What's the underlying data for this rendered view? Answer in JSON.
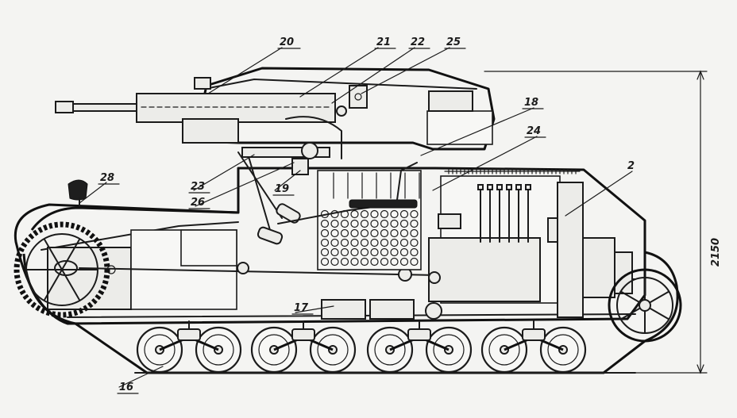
{
  "callouts": [
    {
      "id": "20",
      "label": "20"
    },
    {
      "id": "21",
      "label": "21"
    },
    {
      "id": "22",
      "label": "22"
    },
    {
      "id": "25",
      "label": "25"
    },
    {
      "id": "18",
      "label": "18"
    },
    {
      "id": "24",
      "label": "24"
    },
    {
      "id": "2",
      "label": "2"
    },
    {
      "id": "28",
      "label": "28"
    },
    {
      "id": "23",
      "label": "23"
    },
    {
      "id": "26",
      "label": "26"
    },
    {
      "id": "19",
      "label": "19"
    },
    {
      "id": "17",
      "label": "17"
    },
    {
      "id": "16",
      "label": "16"
    }
  ],
  "dimension": {
    "label": "2150"
  },
  "colors": {
    "ink": "#1b1b1b",
    "paper": "#f4f4f2"
  }
}
